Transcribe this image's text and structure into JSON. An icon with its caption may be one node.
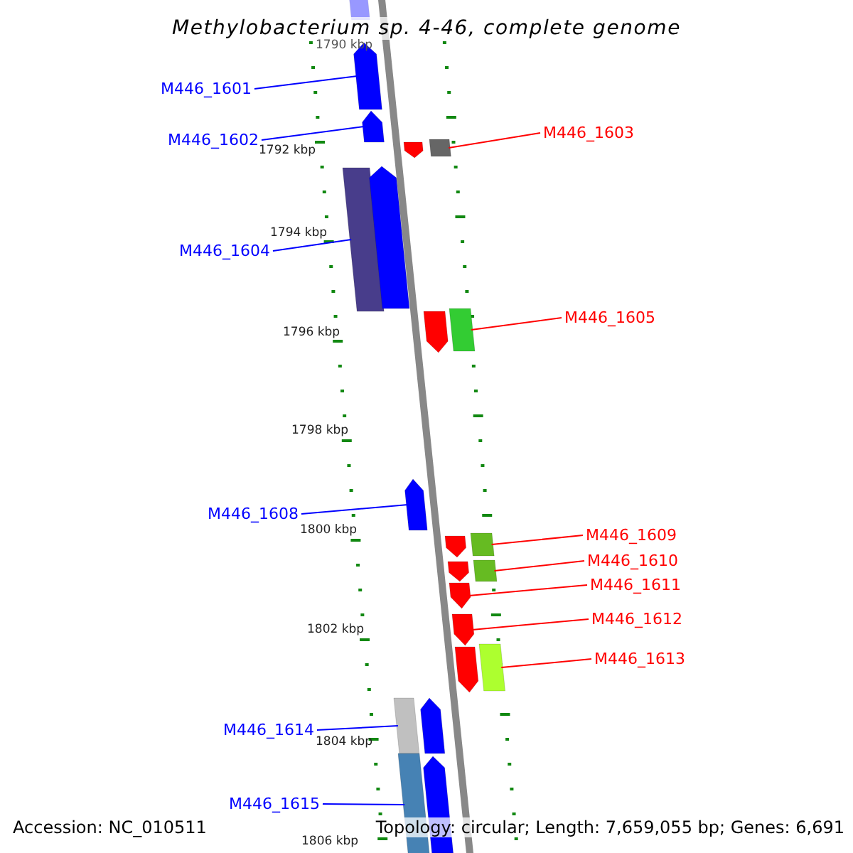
{
  "diagram": {
    "title": "Methylobacterium sp. 4-46, complete genome",
    "nodes": [
      {
        "text": [
          "M446_1601"
        ]
      },
      {
        "text": [],
        "shape": "bar"
      },
      {
        "text": [
          "M446_1602"
        ]
      },
      {
        "text": [],
        "shape": "bar"
      },
      {
        "text": [
          "M446_1603"
        ]
      },
      {
        "text": [],
        "shape": "bar"
      },
      {
        "text": [
          "M446_1604"
        ]
      },
      {
        "text": [],
        "shape": "bar"
      },
      {
        "text": [
          "M446_1605"
        ]
      },
      {
        "text": [],
        "shape": "bar"
      },
      {
        "text": [
          "M446_1608"
        ]
      },
      {
        "text": [],
        "shape": "bar"
      },
      {
        "text": [
          "M446_1609"
        ]
      },
      {
        "text": [],
        "shape": "bar"
      },
      {
        "text": [
          "M446_1610"
        ]
      },
      {
        "text": [],
        "shape": "bar"
      },
      {
        "text": [
          "M446_1611"
        ]
      },
      {
        "text": [],
        "shape": "bar"
      },
      {
        "text": [
          "M446_1612"
        ]
      },
      {
        "text": [],
        "shape": "bar"
      },
      {
        "text": [
          "M446_1613"
        ]
      },
      {
        "text": [],
        "shape": "bar"
      },
      {
        "text": [
          "M446_1614"
        ]
      },
      {
        "text": [],
        "shape": "bar"
      },
      {
        "text": [
          "M446_1615"
        ]
      },
      {
        "text": [],
        "shape": "bar"
      },
      {
        "text": [],
        "shape": "bar"
      },
      {
        "text": [],
        "shape": "bar"
      },
      {
        "text": [],
        "shape": "bar"
      },
      {
        "text": [],
        "shape": "bar"
      },
      {
        "text": [],
        "shape": "bar"
      },
      {
        "text": [],
        "shape": "bar"
      },
      {
        "text": [],
        "shape": "bar"
      },
      {
        "text": [],
        "shape": "bar"
      },
      {
        "text": [],
        "shape": "bar"
      }
    ],
    "edges": [
      {
        "from": 0,
        "to": 1,
        "arrow": "none",
        "color": "#0000ff"
      },
      {
        "from": 2,
        "to": 3,
        "arrow": "none",
        "color": "#0000ff"
      },
      {
        "from": 4,
        "to": 5,
        "arrow": "none"
      },
      {
        "from": 6,
        "to": 7,
        "arrow": "none",
        "color": "#0000ff"
      },
      {
        "from": 8,
        "to": 9,
        "arrow": "none"
      },
      {
        "from": 10,
        "to": 11,
        "arrow": "none",
        "color": "#0000ff"
      },
      {
        "from": 12,
        "to": 13,
        "arrow": "none"
      },
      {
        "from": 14,
        "to": 15,
        "arrow": "none"
      },
      {
        "from": 16,
        "to": 17,
        "arrow": "none"
      },
      {
        "from": 18,
        "to": 19,
        "arrow": "none"
      },
      {
        "from": 20,
        "to": 21,
        "arrow": "none"
      },
      {
        "from": 22,
        "to": 23,
        "arrow": "none",
        "color": "#0000ff"
      },
      {
        "from": 24,
        "to": 25,
        "arrow": "none",
        "color": "#0000ff"
      }
    ],
    "labels": [
      "1790 kbp",
      "1792 kbp",
      "1794 kbp",
      "1796 kbp",
      "1798 kbp",
      "1800 kbp",
      "1802 kbp",
      "1804 kbp",
      "1806 kbp",
      "Accession: NC_010511",
      "Topology: circular; Length: 7,659,055 bp; Genes: 6,691"
    ]
  }
}
